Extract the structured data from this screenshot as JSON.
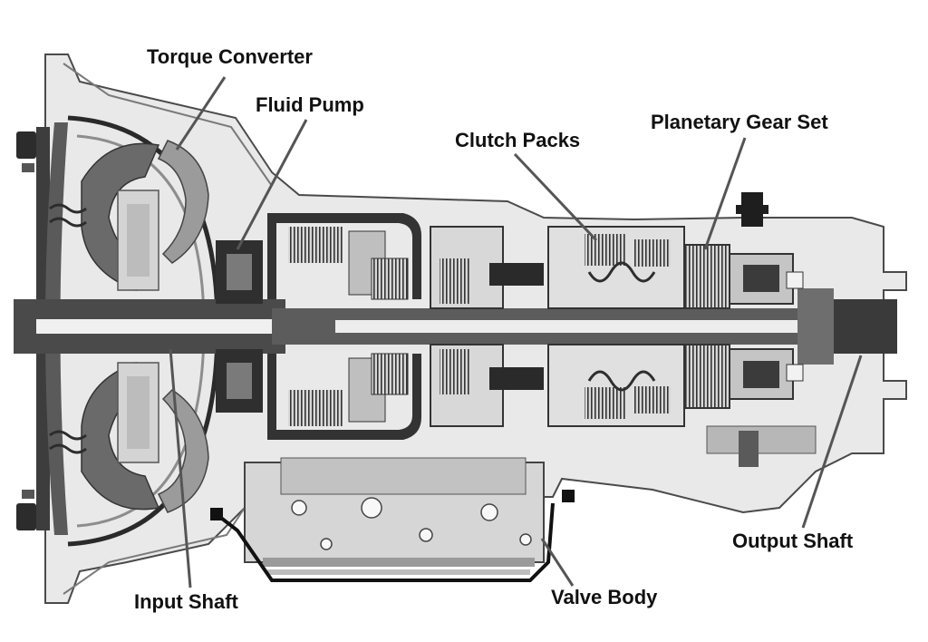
{
  "labels": {
    "torque_converter": "Torque Converter",
    "fluid_pump": "Fluid Pump",
    "clutch_packs": "Clutch Packs",
    "planetary_gear_set": "Planetary Gear Set",
    "output_shaft": "Output Shaft",
    "valve_body": "Valve Body",
    "input_shaft": "Input Shaft"
  },
  "colors": {
    "outline": "#111111",
    "dark": "#3c3c3c",
    "mid": "#8a8a8a",
    "light": "#c8c8c8",
    "pale": "#e6e6e6"
  }
}
